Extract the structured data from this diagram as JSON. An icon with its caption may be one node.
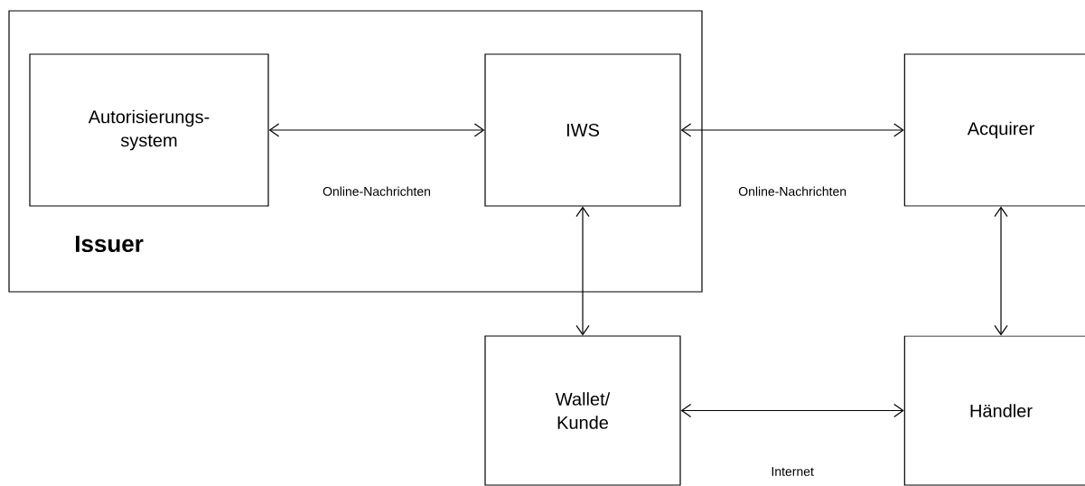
{
  "diagram": {
    "nodes": [
      {
        "text": [
          "Issuer"
        ]
      },
      {
        "text": [
          "Autorisierungs- system"
        ],
        "in": 0
      },
      {
        "text": [
          "IWS"
        ],
        "in": 0
      },
      {
        "text": [
          "Acquirer"
        ]
      },
      {
        "text": [
          "Wallet/ Kunde"
        ]
      },
      {
        "text": [
          "Händler"
        ]
      }
    ],
    "edges": [
      {
        "from": 1,
        "to": 2,
        "arrow": "both",
        "label": "Online-Nachrichten"
      },
      {
        "from": 2,
        "to": 3,
        "arrow": "both",
        "label": "Online-Nachrichten"
      },
      {
        "from": 2,
        "to": 4,
        "arrow": "both"
      },
      {
        "from": 3,
        "to": 5,
        "arrow": "both"
      },
      {
        "from": 4,
        "to": 5,
        "arrow": "both",
        "label": "Internet"
      }
    ]
  }
}
